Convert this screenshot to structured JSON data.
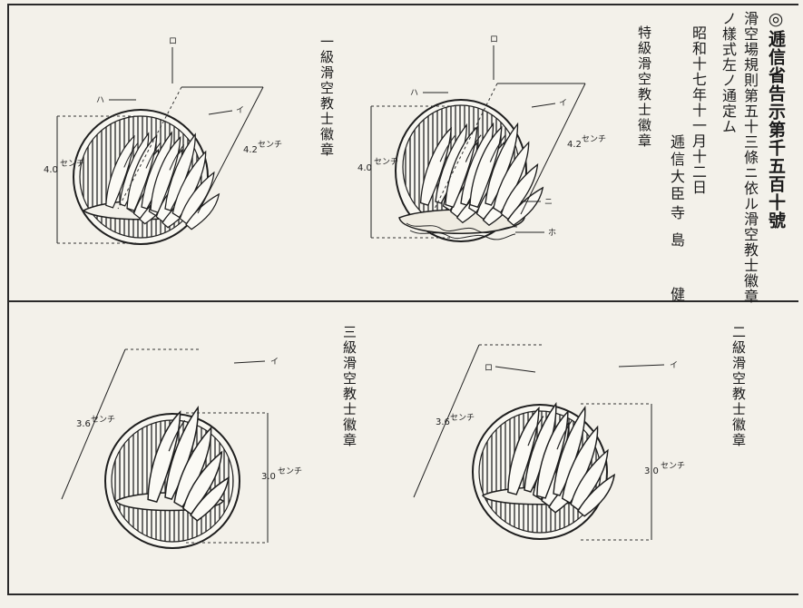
{
  "notice": {
    "title": "◎逓信省告示第千五百十號",
    "line1": "滑空場規則第五十三條ニ依ル滑空教士徽章",
    "line2": "ノ樣式左ノ通定ム",
    "date": "昭和十七年十一月十二日",
    "minister_title": "逓信大臣",
    "minister_name": "寺島　健"
  },
  "badges": {
    "first": {
      "label": "一級滑空教士徽章",
      "height_dim": "4.0",
      "width_dim": "4.2",
      "unit": "センチ",
      "marks": [
        "ロ",
        "イ",
        "ハ"
      ]
    },
    "special": {
      "label": "特級滑空教士徽章",
      "height_dim": "4.0",
      "width_dim": "4.2",
      "unit": "センチ",
      "marks": [
        "ロ",
        "イ",
        "ハ",
        "ニ",
        "ホ"
      ]
    },
    "third": {
      "label": "三級滑空教士徽章",
      "height_dim": "3.0",
      "width_dim": "3.6",
      "unit": "センチ",
      "marks": [
        "イ"
      ]
    },
    "second": {
      "label": "二級滑空教士徽章",
      "height_dim": "3.0",
      "width_dim": "3.6",
      "unit": "センチ",
      "marks": [
        "ロ",
        "イ"
      ]
    }
  }
}
